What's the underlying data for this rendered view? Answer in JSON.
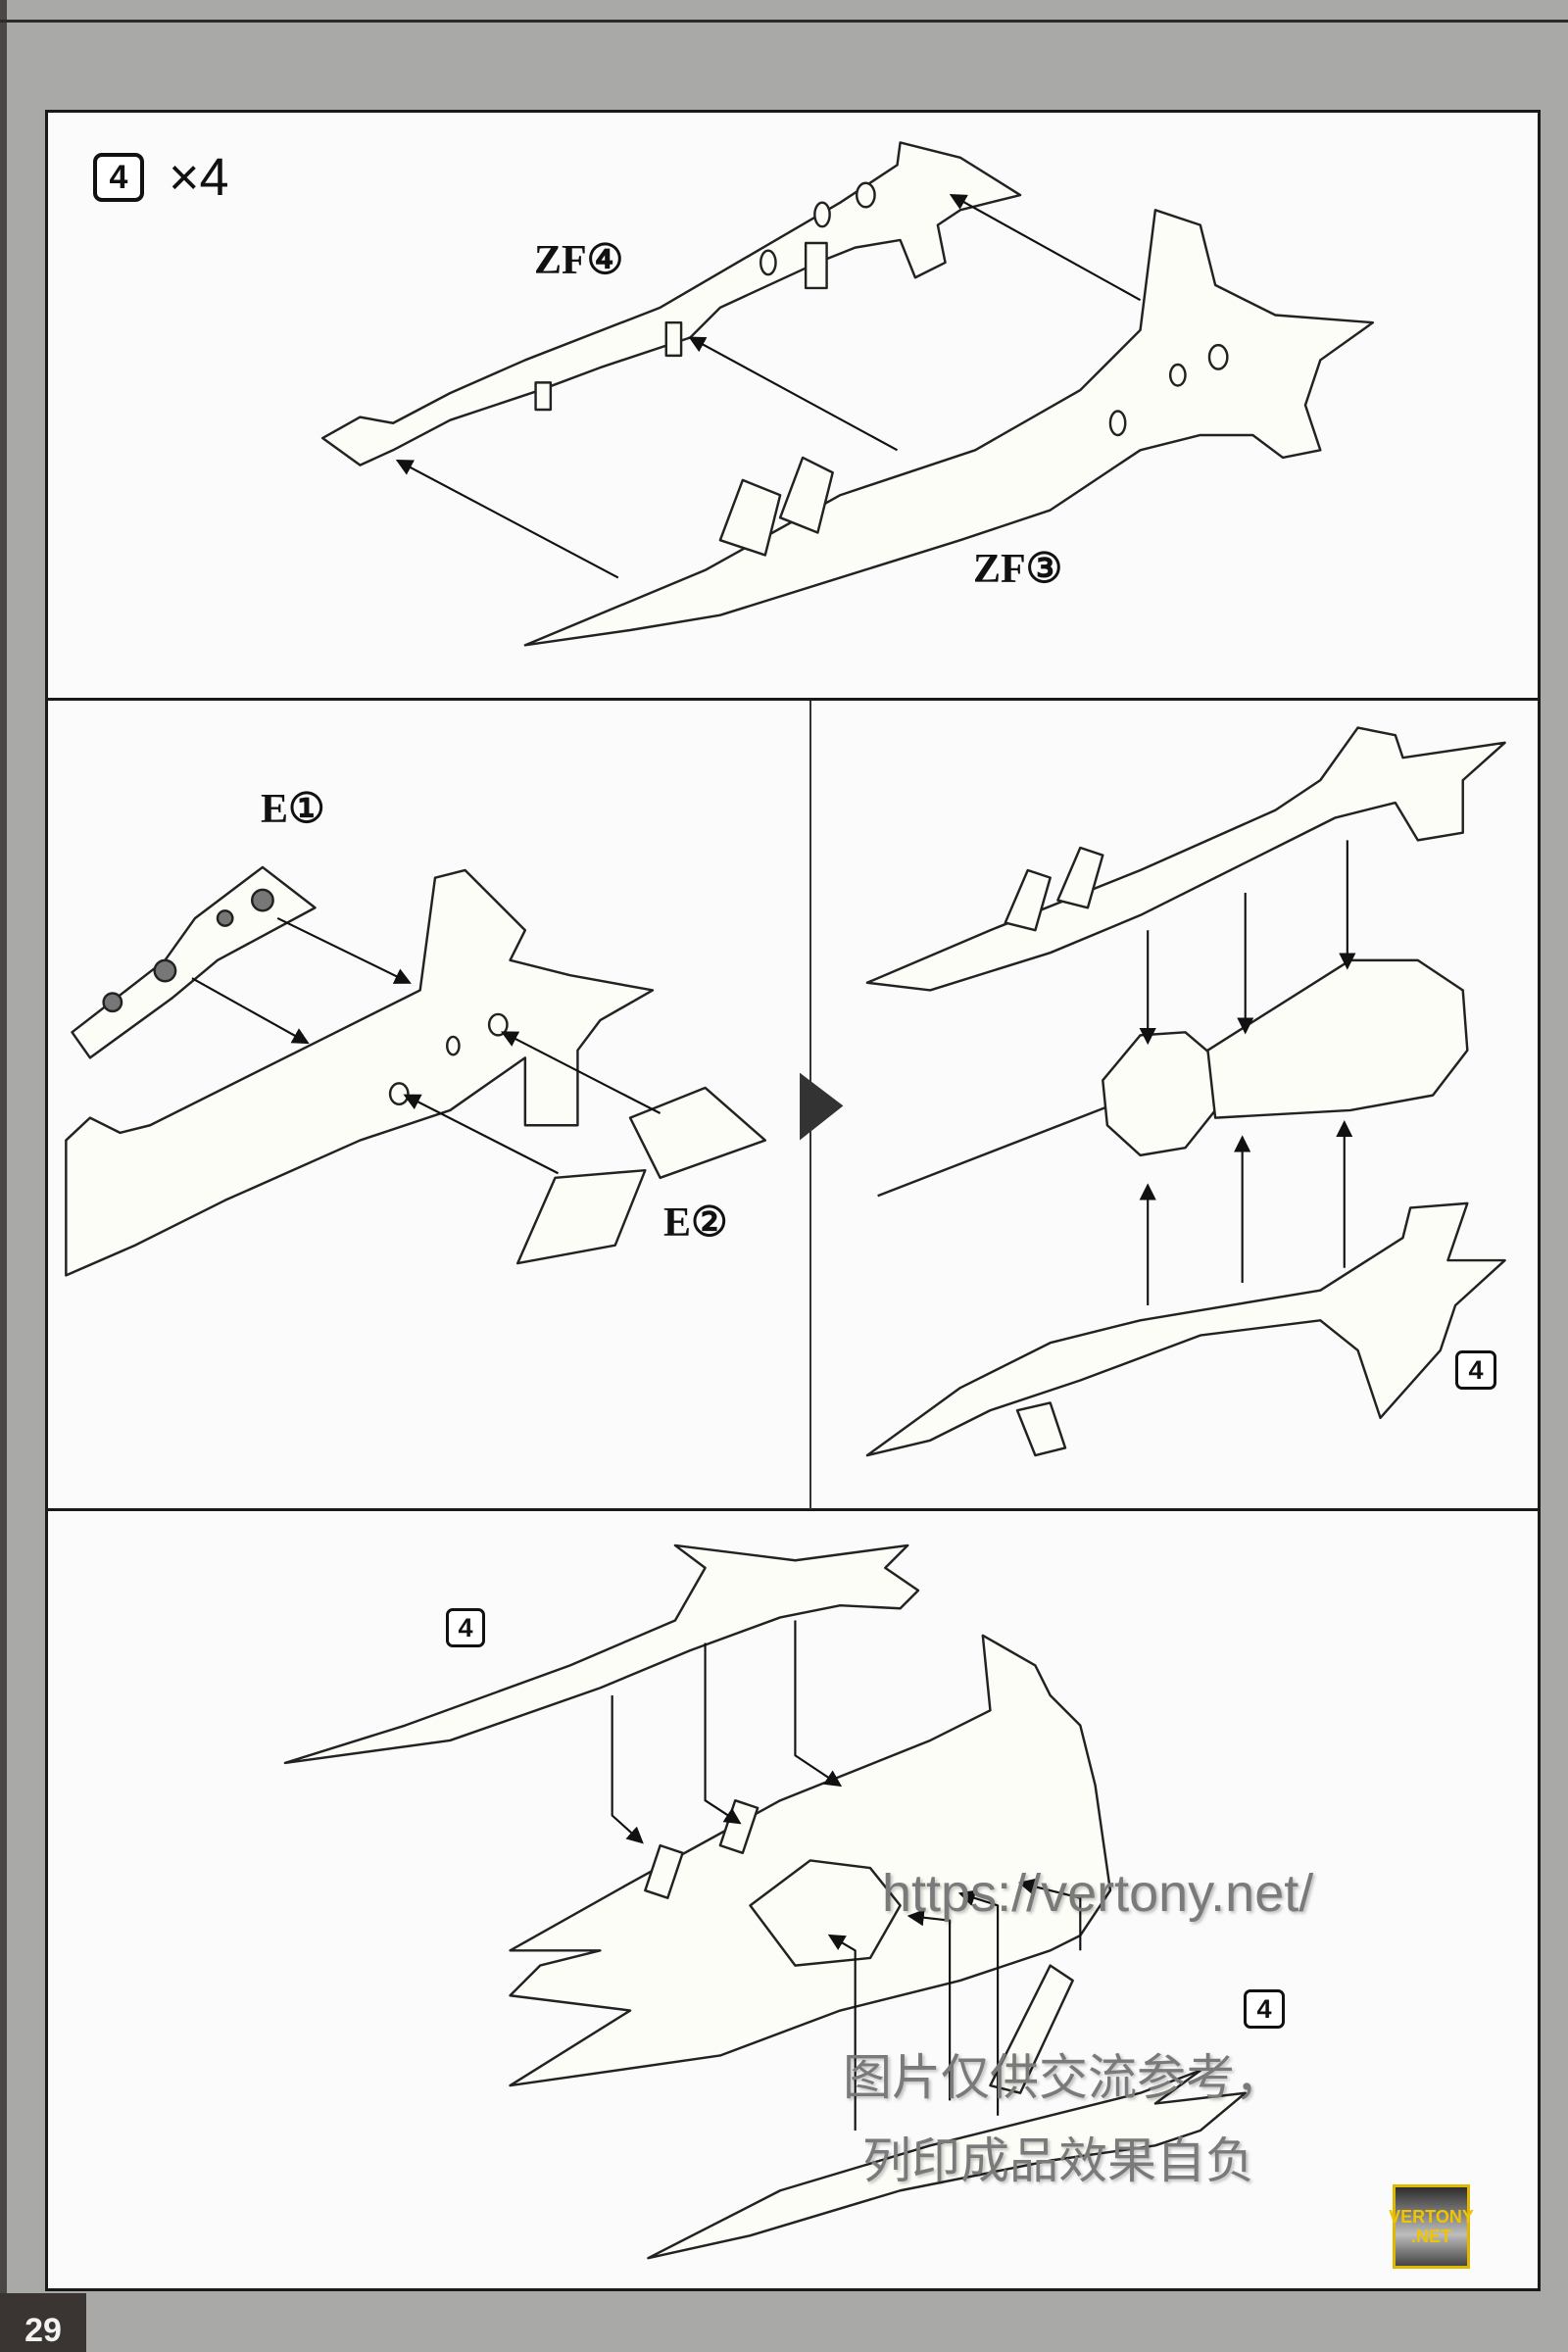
{
  "page_number": "29",
  "step1": {
    "step_badge": "4",
    "multiplier": "×4",
    "part_labels": [
      "ZF④",
      "ZF③"
    ]
  },
  "step2": {
    "part_labels": [
      "E①",
      "E②"
    ],
    "result_badge": "4"
  },
  "step3": {
    "badges": [
      "4",
      "4"
    ]
  },
  "watermark": {
    "url": "https://vertony.net/",
    "line1": "图片仅供交流参考，",
    "line2": "列印成品效果自负"
  },
  "logo": {
    "line1": "VERTONY",
    "line2": ".NET"
  },
  "colors": {
    "background": "#a9a9a7",
    "page": "#fbfbfb",
    "line": "#1a1a1a",
    "logo_gold": "#e0b800"
  }
}
